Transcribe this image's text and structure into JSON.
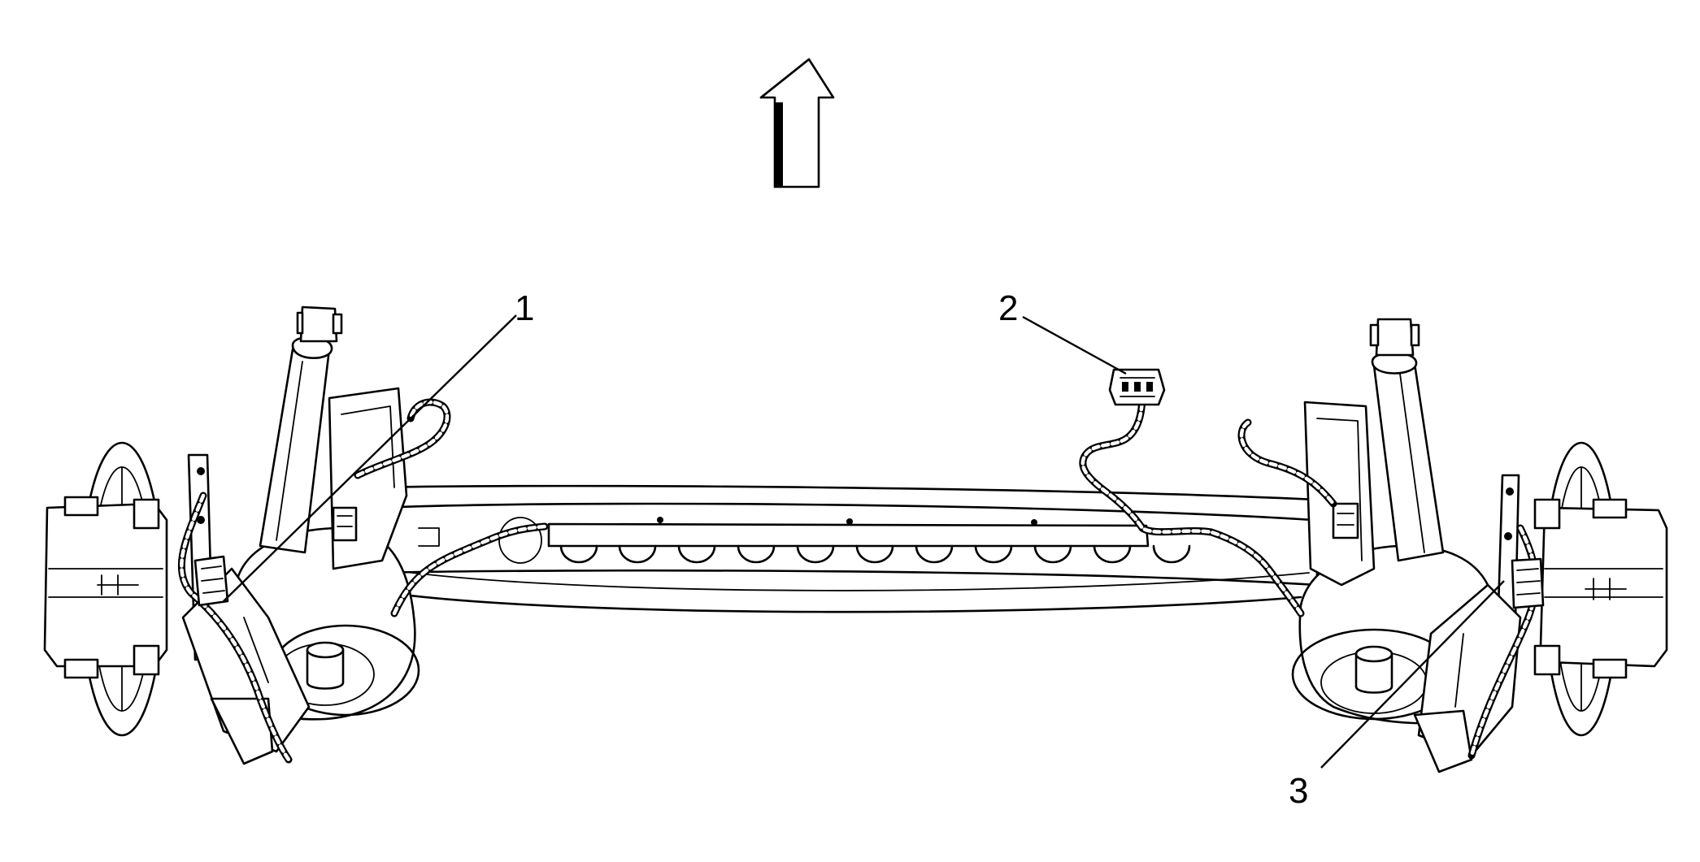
{
  "callouts": [
    {
      "id": "1",
      "label": "1"
    },
    {
      "id": "2",
      "label": "2"
    },
    {
      "id": "3",
      "label": "3"
    }
  ],
  "icons": {
    "direction_arrow": "up-arrow-icon"
  }
}
